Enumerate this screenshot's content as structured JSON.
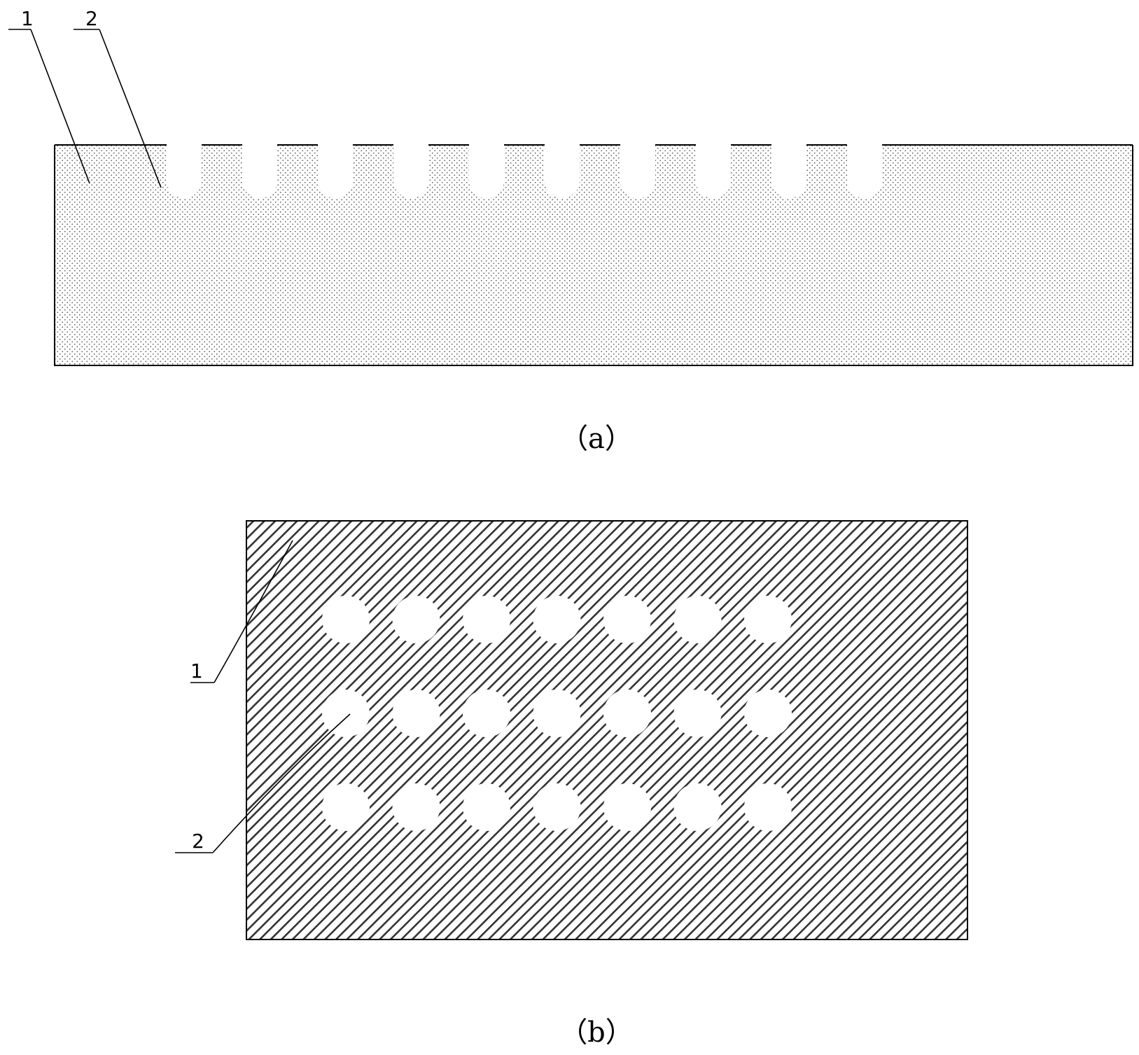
{
  "figure_a": {
    "caption": "（a）",
    "labels": {
      "substrate": "1",
      "groove": "2"
    },
    "groove_count": 10
  },
  "figure_b": {
    "caption": "（b）",
    "labels": {
      "substrate": "1",
      "hole": "2"
    },
    "hole_rows": 3,
    "hole_columns": 7
  },
  "colors": {
    "line": "#000000",
    "fill_dots": "#555555",
    "hatch": "#333333",
    "background": "#ffffff"
  }
}
